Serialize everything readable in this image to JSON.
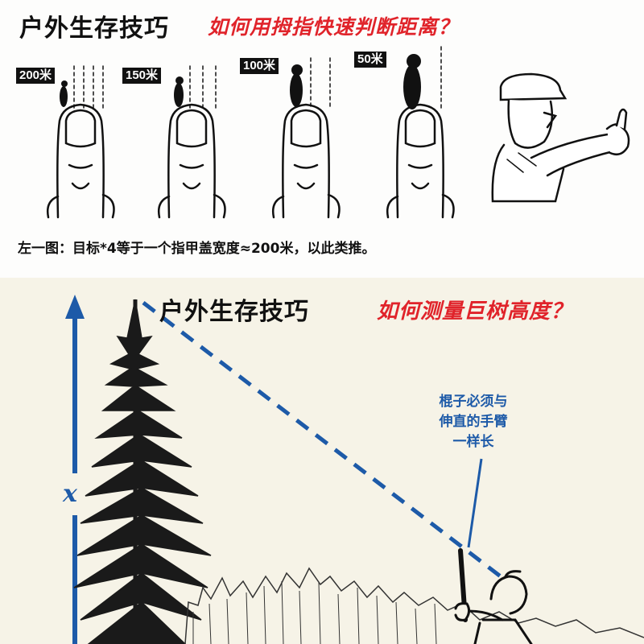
{
  "top": {
    "title": "户外生存技巧",
    "subtitle": "如何用拇指快速判断距离？",
    "distances": [
      "200米",
      "150米",
      "100米",
      "50米"
    ],
    "caption": "左一图：目标*4等于一个指甲盖宽度≈200米，以此类推。"
  },
  "bottom": {
    "title": "户外生存技巧",
    "subtitle": "如何测量巨树高度？",
    "stick_note": [
      "棍子必须与",
      "伸直的手臂",
      "一样长"
    ],
    "x_label": "x"
  },
  "colors": {
    "title": "#111111",
    "subtitle": "#e0232a",
    "accent_blue": "#1d5aa8",
    "bottom_bg": "#f6f3e7"
  }
}
